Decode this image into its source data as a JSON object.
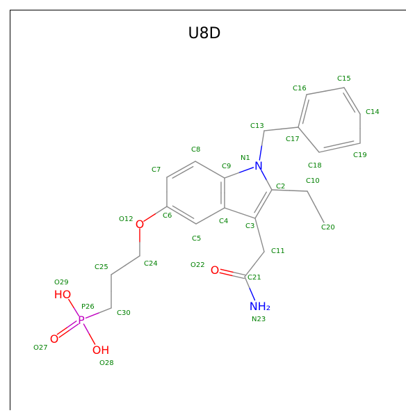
{
  "title": "U8D",
  "colors": {
    "bond": "#8a8a8a",
    "carbon_label": "#008000",
    "nitrogen": "#0000ff",
    "oxygen": "#ff0000",
    "phosphorus": "#c000c0",
    "frame": "#000000",
    "background": "#ffffff"
  },
  "atoms": [
    {
      "id": "N1",
      "label": "N1",
      "element": "N"
    },
    {
      "id": "C2",
      "label": "C2",
      "element": "C"
    },
    {
      "id": "C3",
      "label": "C3",
      "element": "C"
    },
    {
      "id": "C4",
      "label": "C4",
      "element": "C"
    },
    {
      "id": "C5",
      "label": "C5",
      "element": "C"
    },
    {
      "id": "C6",
      "label": "C6",
      "element": "C"
    },
    {
      "id": "C7",
      "label": "C7",
      "element": "C"
    },
    {
      "id": "C8",
      "label": "C8",
      "element": "C"
    },
    {
      "id": "C9",
      "label": "C9",
      "element": "C"
    },
    {
      "id": "C10",
      "label": "C10",
      "element": "C"
    },
    {
      "id": "C11",
      "label": "C11",
      "element": "C"
    },
    {
      "id": "O12",
      "label": "O12",
      "element": "O"
    },
    {
      "id": "C13",
      "label": "C13",
      "element": "C"
    },
    {
      "id": "C14",
      "label": "C14",
      "element": "C"
    },
    {
      "id": "C15",
      "label": "C15",
      "element": "C"
    },
    {
      "id": "C16",
      "label": "C16",
      "element": "C"
    },
    {
      "id": "C17",
      "label": "C17",
      "element": "C"
    },
    {
      "id": "C18",
      "label": "C18",
      "element": "C"
    },
    {
      "id": "C19",
      "label": "C19",
      "element": "C"
    },
    {
      "id": "C20",
      "label": "C20",
      "element": "C"
    },
    {
      "id": "C21",
      "label": "C21",
      "element": "C"
    },
    {
      "id": "O22",
      "label": "O22",
      "element": "O"
    },
    {
      "id": "N23",
      "label": "N23",
      "element": "N"
    },
    {
      "id": "C24",
      "label": "C24",
      "element": "C"
    },
    {
      "id": "C25",
      "label": "C25",
      "element": "C"
    },
    {
      "id": "P26",
      "label": "P26",
      "element": "P"
    },
    {
      "id": "O27",
      "label": "O27",
      "element": "O"
    },
    {
      "id": "O28",
      "label": "O28",
      "element": "O"
    },
    {
      "id": "O29",
      "label": "O29",
      "element": "O"
    },
    {
      "id": "C30",
      "label": "C30",
      "element": "C"
    }
  ],
  "element_symbols": [
    {
      "id": "N1",
      "text": "N"
    },
    {
      "id": "O12",
      "text": "O"
    },
    {
      "id": "O22",
      "text": "O"
    },
    {
      "id": "N23",
      "text": "NH₂"
    },
    {
      "id": "P26",
      "text": "P"
    },
    {
      "id": "O27",
      "text": "O"
    },
    {
      "id": "O28",
      "text": "OH"
    },
    {
      "id": "O29",
      "text": "HO"
    }
  ],
  "bonds": [
    {
      "a": "N1",
      "b": "C9",
      "order": 1
    },
    {
      "a": "N1",
      "b": "C2",
      "order": 1
    },
    {
      "a": "N1",
      "b": "C13",
      "order": 1
    },
    {
      "a": "C2",
      "b": "C3",
      "order": 2
    },
    {
      "a": "C2",
      "b": "C10",
      "order": 1
    },
    {
      "a": "C10",
      "b": "C20",
      "order": 1
    },
    {
      "a": "C3",
      "b": "C4",
      "order": 1
    },
    {
      "a": "C3",
      "b": "C11",
      "order": 1
    },
    {
      "a": "C4",
      "b": "C9",
      "order": 2
    },
    {
      "a": "C4",
      "b": "C5",
      "order": 1
    },
    {
      "a": "C5",
      "b": "C6",
      "order": 2
    },
    {
      "a": "C6",
      "b": "C7",
      "order": 1
    },
    {
      "a": "C7",
      "b": "C8",
      "order": 2
    },
    {
      "a": "C8",
      "b": "C9",
      "order": 1
    },
    {
      "a": "C6",
      "b": "O12",
      "order": 1
    },
    {
      "a": "O12",
      "b": "C24",
      "order": 1
    },
    {
      "a": "C24",
      "b": "C25",
      "order": 1
    },
    {
      "a": "C25",
      "b": "C30",
      "order": 1
    },
    {
      "a": "C30",
      "b": "P26",
      "order": 1
    },
    {
      "a": "P26",
      "b": "O27",
      "order": 2
    },
    {
      "a": "P26",
      "b": "O28",
      "order": 1
    },
    {
      "a": "P26",
      "b": "O29",
      "order": 1
    },
    {
      "a": "C11",
      "b": "C21",
      "order": 1
    },
    {
      "a": "C21",
      "b": "O22",
      "order": 2
    },
    {
      "a": "C21",
      "b": "N23",
      "order": 1
    },
    {
      "a": "C13",
      "b": "C17",
      "order": 1
    },
    {
      "a": "C17",
      "b": "C16",
      "order": 2
    },
    {
      "a": "C16",
      "b": "C15",
      "order": 1
    },
    {
      "a": "C15",
      "b": "C14",
      "order": 2
    },
    {
      "a": "C14",
      "b": "C19",
      "order": 1
    },
    {
      "a": "C19",
      "b": "C18",
      "order": 2
    },
    {
      "a": "C18",
      "b": "C17",
      "order": 1
    }
  ]
}
